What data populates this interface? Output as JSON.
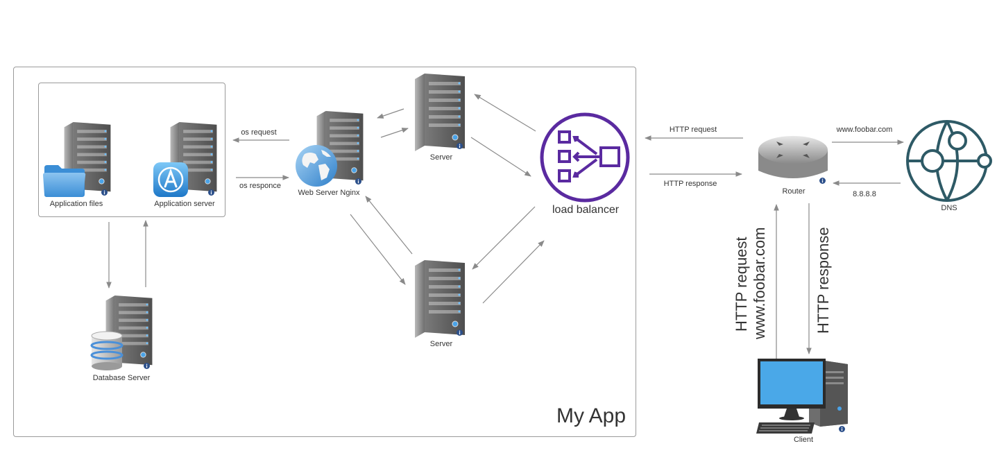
{
  "diagram": {
    "group_title": "My App",
    "nodes": {
      "application_files": "Application files",
      "application_server": "Application server",
      "database_server": "Database Server",
      "web_server": "Web Server Nginx",
      "server_top": "Server",
      "server_bottom": "Server",
      "load_balancer": "load balancer",
      "router": "Router",
      "dns": "DNS",
      "client": "Client"
    },
    "edges": {
      "os_request": "os request",
      "os_response": "os responce",
      "http_request_lb": "HTTP request",
      "http_response_lb": "HTTP response",
      "dns_query": "www.foobar.com",
      "dns_answer": "8.8.8.8",
      "client_request_line1": "HTTP request",
      "client_request_line2": "www.foobar.com",
      "client_response": "HTTP response"
    }
  },
  "colors": {
    "arrow": "#8a8a8a",
    "load_balancer": "#5a2aa0",
    "dns": "#2e5a66",
    "server_body": "#8c8c8c",
    "info_badge": "#2b4f8a"
  },
  "icons": {
    "server": "server-tower-icon",
    "folder": "folder-icon",
    "app_store": "app-store-icon",
    "database": "database-icon",
    "globe": "globe-icon",
    "load_balancer": "load-balancer-icon",
    "router": "router-icon",
    "dns": "dns-globe-icon",
    "client": "desktop-computer-icon"
  }
}
